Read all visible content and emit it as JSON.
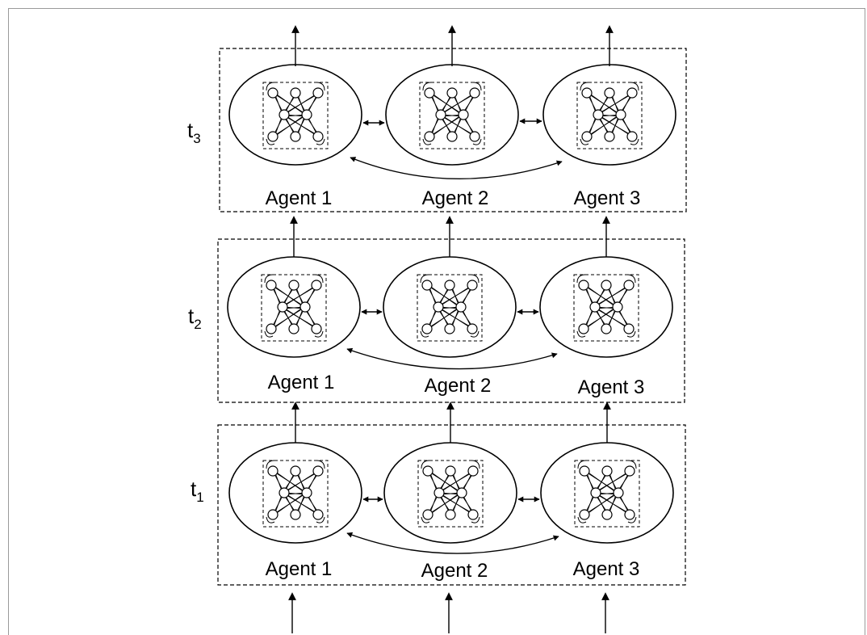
{
  "diagram": {
    "rows": [
      {
        "time_label": "t",
        "time_sub": "3",
        "agents": [
          "Agent 1",
          "Agent 2",
          "Agent 3"
        ]
      },
      {
        "time_label": "t",
        "time_sub": "2",
        "agents": [
          "Agent 1",
          "Agent 2",
          "Agent 3"
        ]
      },
      {
        "time_label": "t",
        "time_sub": "1",
        "agents": [
          "Agent 1",
          "Agent 2",
          "Agent 3"
        ]
      }
    ]
  }
}
